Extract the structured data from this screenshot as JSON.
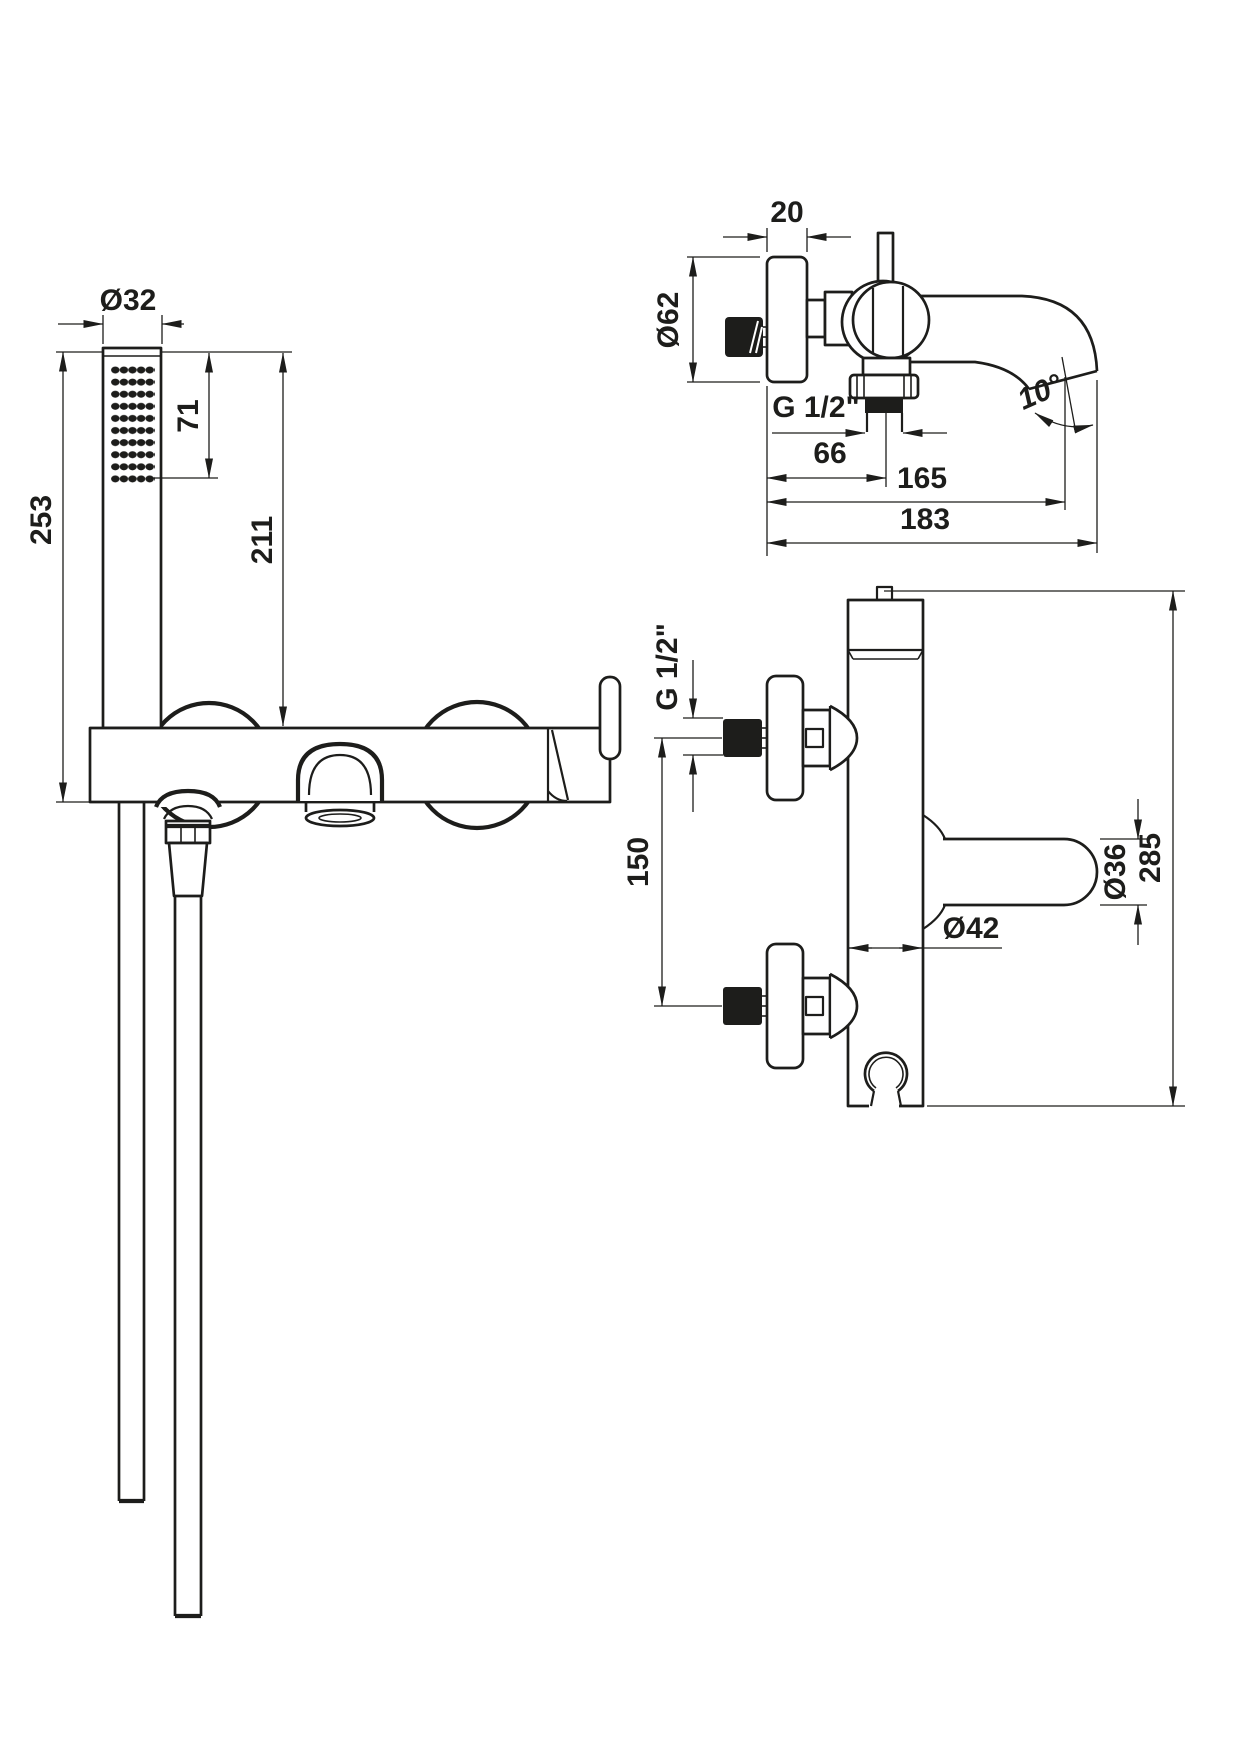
{
  "drawing": {
    "background_color": "#ffffff",
    "line_color": "#1d1d1b",
    "front_view": {
      "handshower_diameter": "Ø32",
      "spray_face_length": "71",
      "handshower_length": "211",
      "overall_length": "253"
    },
    "top_view": {
      "rosette_depth": "20",
      "rosette_diameter": "Ø62",
      "outlet_thread": "G 1/2\"",
      "hose_outlet_offset": "66",
      "spout_reach": "165",
      "overall_reach": "183",
      "spout_angle": "10°"
    },
    "side_view": {
      "inlet_thread": "G 1/2\"",
      "inlet_spacing": "150",
      "body_diameter": "Ø42",
      "handle_diameter": "Ø36",
      "overall_height": "285"
    }
  }
}
